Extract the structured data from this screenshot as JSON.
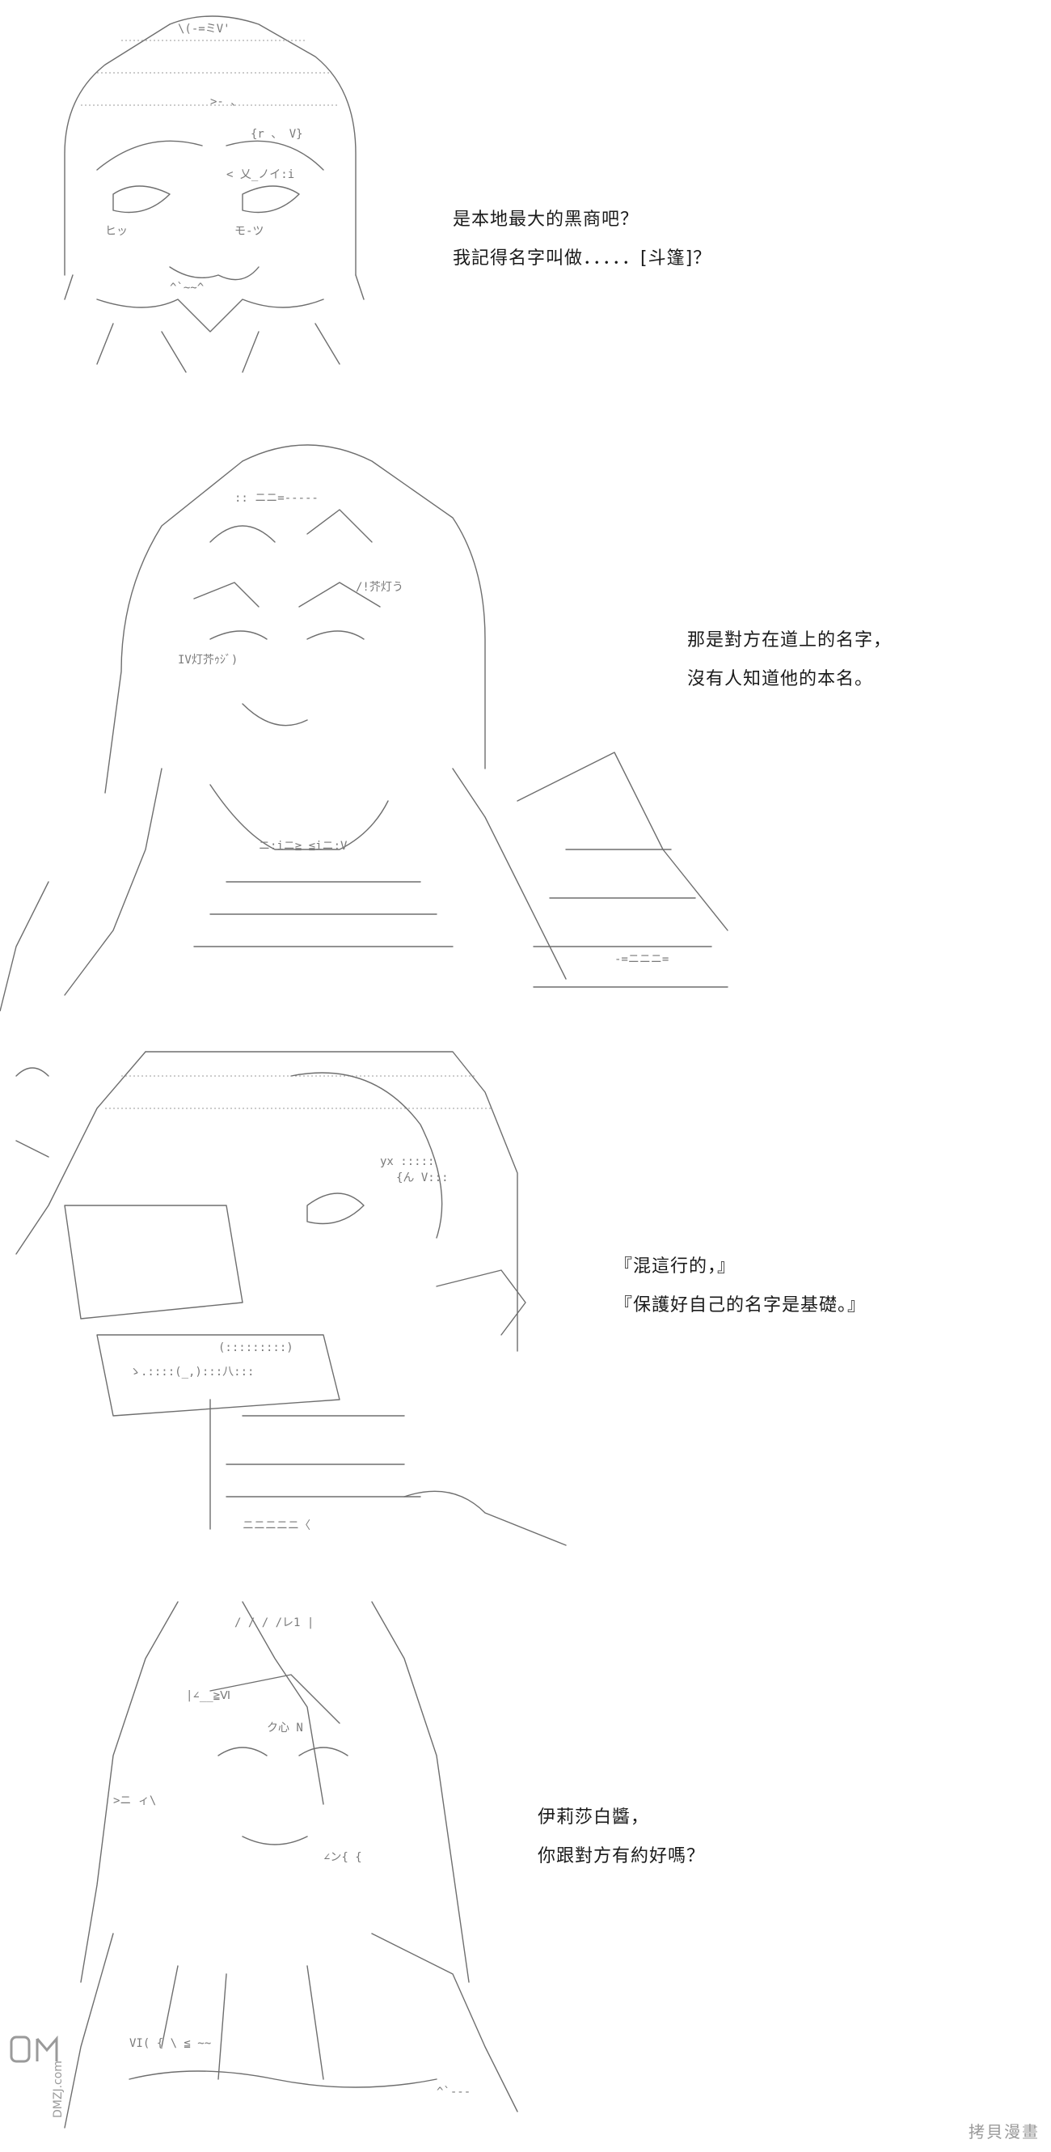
{
  "panels": [
    {
      "id": "panel-1",
      "lines": [
        "是本地最大的黑商吧？",
        "我記得名字叫做．．．．．[斗篷]？"
      ]
    },
    {
      "id": "panel-2",
      "lines": [
        "那是對方在道上的名字，",
        "沒有人知道他的本名。"
      ]
    },
    {
      "id": "panel-3",
      "lines": [
        "『混這行的，』",
        "『保護好自己的名字是基礎。』"
      ]
    },
    {
      "id": "panel-4",
      "lines": [
        "伊莉莎白醬，",
        "你跟對方有約好嗎？"
      ]
    }
  ],
  "watermark": {
    "left_logo_icon": "dmzj-logo-icon",
    "left_logo_text": "DMZJ.com",
    "right_text": "拷貝漫畫"
  }
}
